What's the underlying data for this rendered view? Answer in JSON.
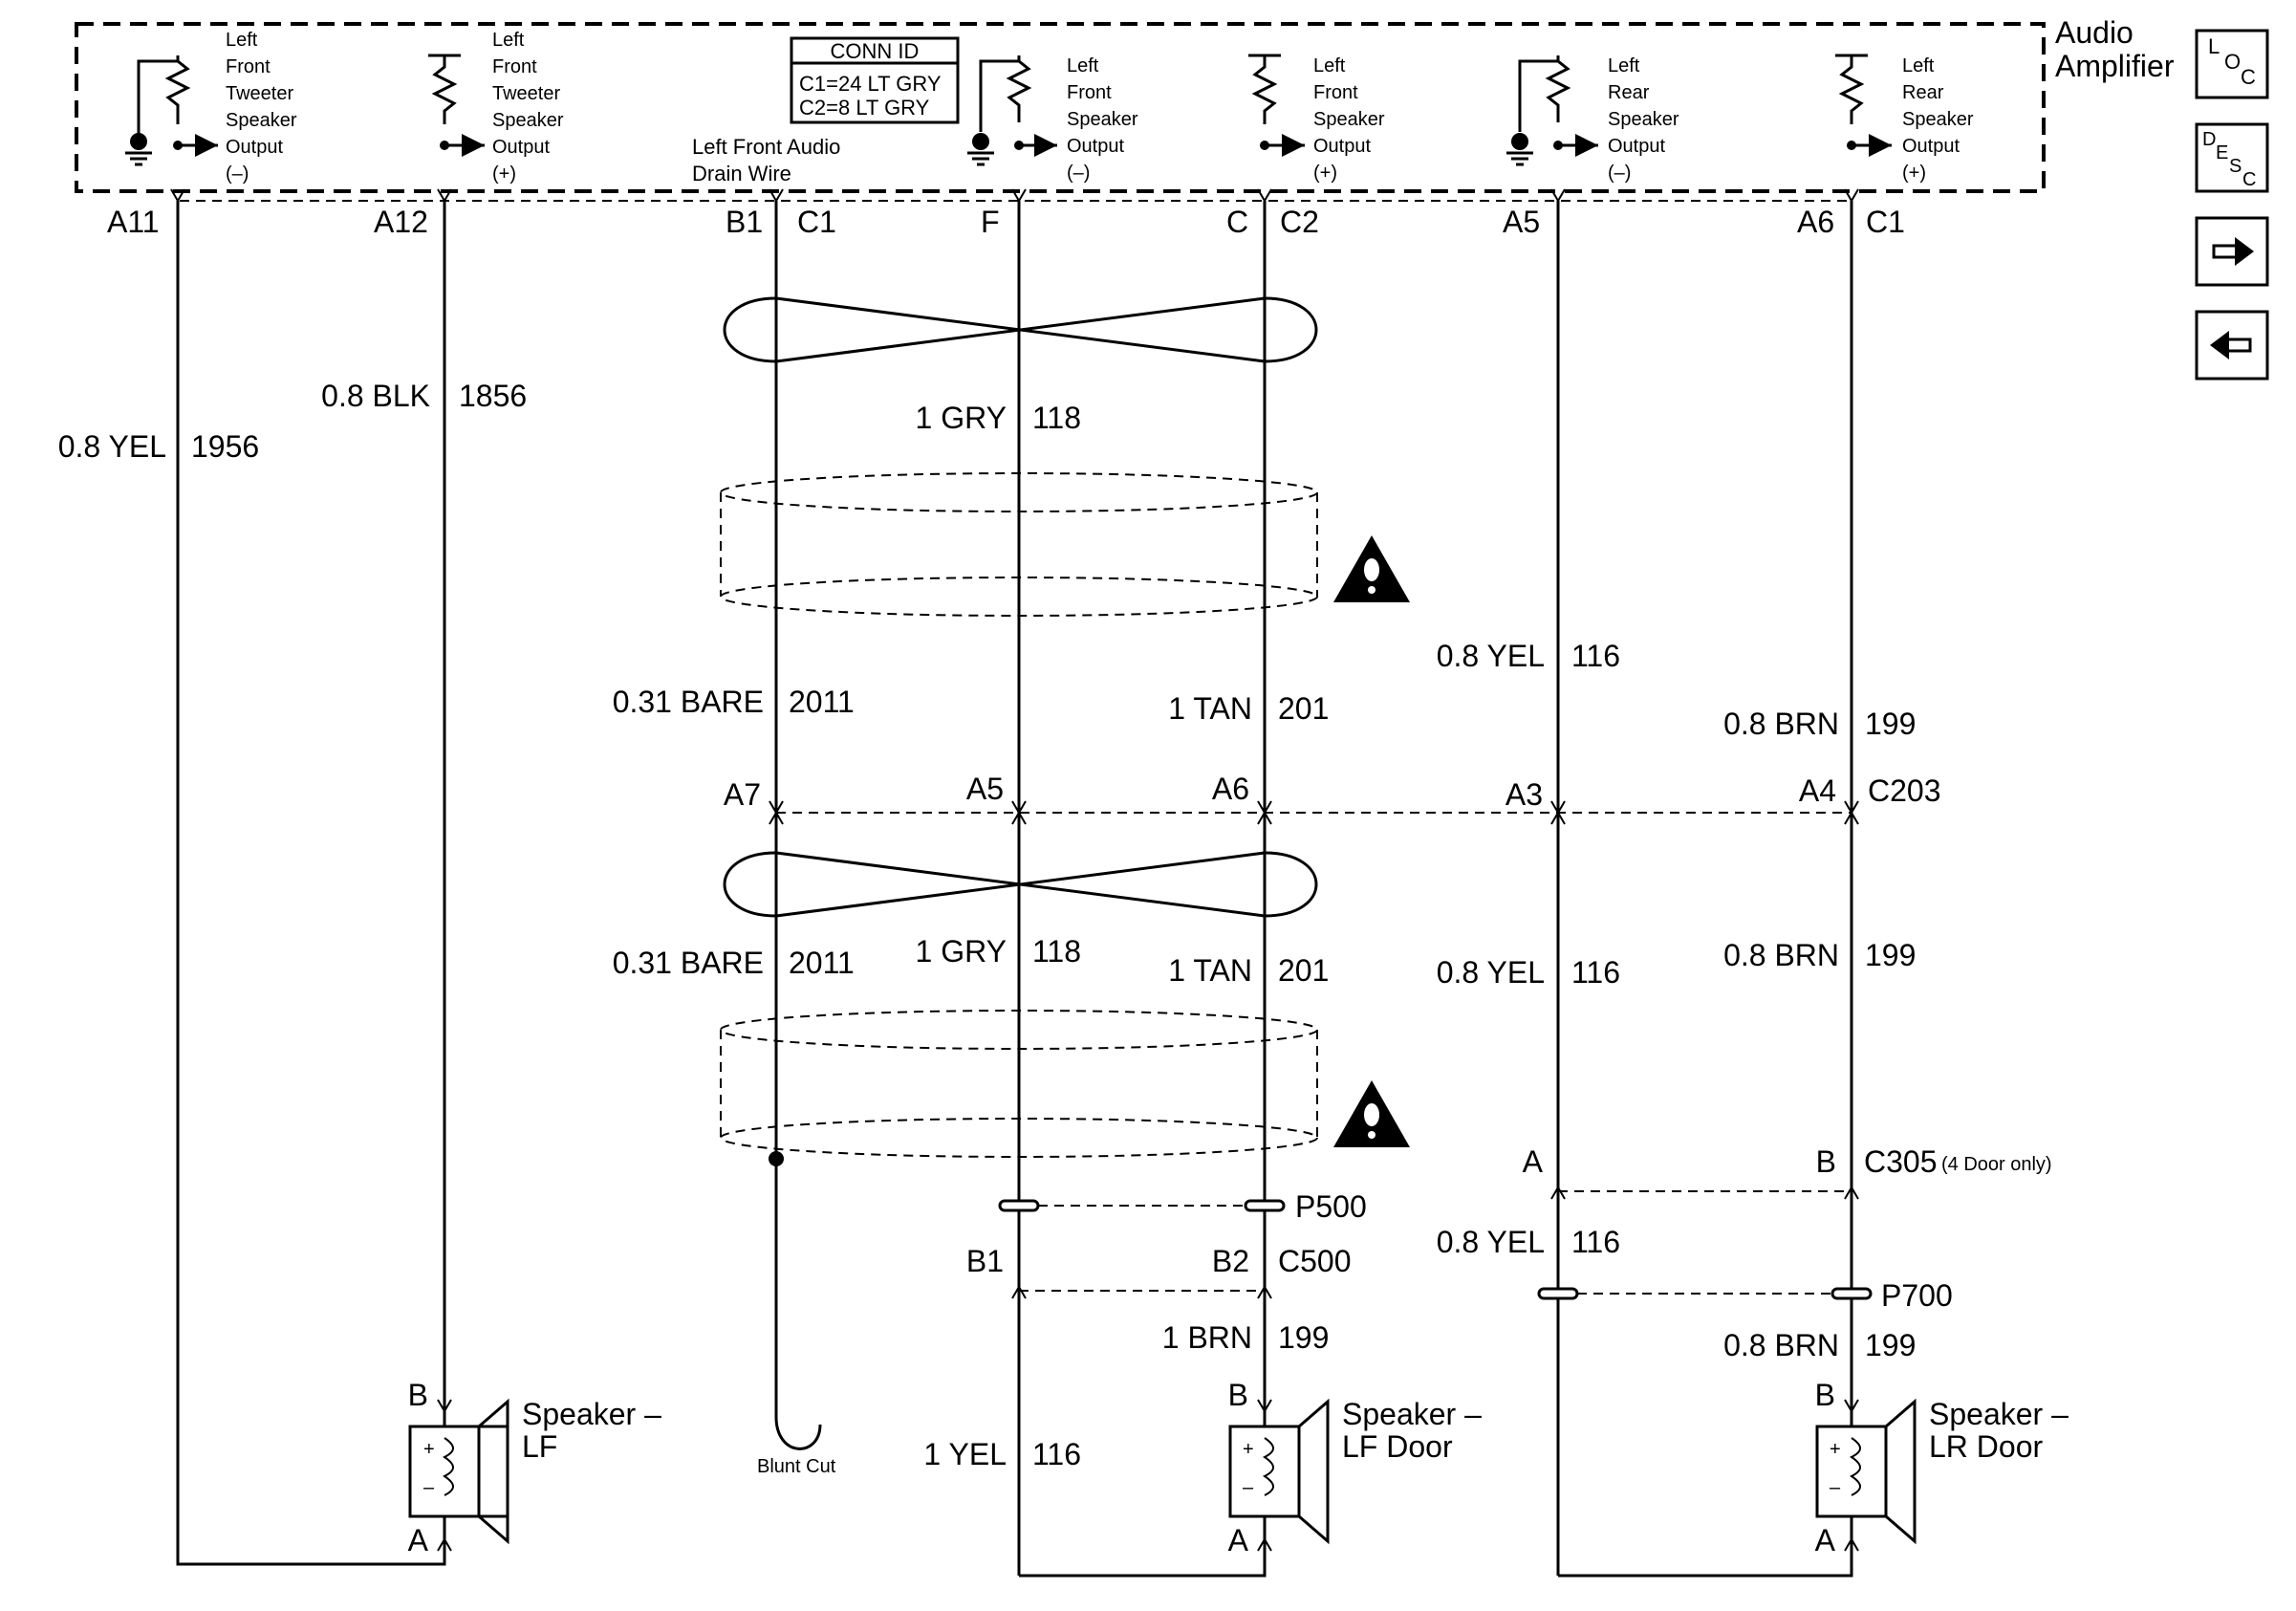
{
  "amplifier": {
    "title_line1": "Audio",
    "title_line2": "Amplifier",
    "conn_id_title": "CONN ID",
    "conn_id_c1": "C1=24 LT GRY",
    "conn_id_c2": "C2=8 LT GRY",
    "drain_label_1": "Left Front Audio",
    "drain_label_2": "Drain Wire",
    "outputs": [
      {
        "lines": [
          "Left",
          "Front",
          "Tweeter",
          "Speaker",
          "Output",
          "(–)"
        ]
      },
      {
        "lines": [
          "Left",
          "Front",
          "Tweeter",
          "Speaker",
          "Output",
          "(+)"
        ]
      },
      {
        "lines": [
          "Left",
          "Front",
          "Speaker",
          "Output",
          "(–)"
        ]
      },
      {
        "lines": [
          "Left",
          "Front",
          "Speaker",
          "Output",
          "(+)"
        ]
      },
      {
        "lines": [
          "Left",
          "Rear",
          "Speaker",
          "Output",
          "(–)"
        ]
      },
      {
        "lines": [
          "Left",
          "Rear",
          "Speaker",
          "Output",
          "(+)"
        ]
      }
    ]
  },
  "pins_top": {
    "a11": "A11",
    "a12": "A12",
    "b1": "B1",
    "c1_a": "C1",
    "f": "F",
    "c": "C",
    "c2": "C2",
    "a5": "A5",
    "a6": "A6",
    "c1_b": "C1"
  },
  "wires": {
    "yel_1956": {
      "color": "0.8 YEL",
      "circuit": "1956"
    },
    "blk_1856": {
      "color": "0.8 BLK",
      "circuit": "1856"
    },
    "gry_118_top": {
      "color": "1 GRY",
      "circuit": "118"
    },
    "yel_116_top": {
      "color": "0.8 YEL",
      "circuit": "116"
    },
    "bare_2011_top": {
      "color": "0.31 BARE",
      "circuit": "2011"
    },
    "tan_201_top": {
      "color": "1 TAN",
      "circuit": "201"
    },
    "brn_199_top": {
      "color": "0.8 BRN",
      "circuit": "199"
    },
    "bare_2011_mid": {
      "color": "0.31 BARE",
      "circuit": "2011"
    },
    "gry_118_mid": {
      "color": "1 GRY",
      "circuit": "118"
    },
    "tan_201_mid": {
      "color": "1 TAN",
      "circuit": "201"
    },
    "yel_116_mid": {
      "color": "0.8 YEL",
      "circuit": "116"
    },
    "brn_199_mid": {
      "color": "0.8 BRN",
      "circuit": "199"
    },
    "yel_116_low": {
      "color": "0.8 YEL",
      "circuit": "116"
    },
    "brn_199_c500": {
      "color": "1 BRN",
      "circuit": "199"
    },
    "brn_199_low": {
      "color": "0.8 BRN",
      "circuit": "199"
    },
    "yel_116_door": {
      "color": "1 YEL",
      "circuit": "116"
    }
  },
  "c203": {
    "a7": "A7",
    "a5": "A5",
    "a6": "A6",
    "a3": "A3",
    "a4": "A4",
    "name": "C203"
  },
  "c305": {
    "a": "A",
    "b": "B",
    "name": "C305",
    "note": "(4 Door only)"
  },
  "c500": {
    "p500": "P500",
    "b1": "B1",
    "b2": "B2",
    "name": "C500"
  },
  "p700": "P700",
  "blunt_cut": "Blunt Cut",
  "speakers": [
    {
      "name_1": "Speaker –",
      "name_2": "LF",
      "pin_b": "B",
      "pin_a": "A"
    },
    {
      "name_1": "Speaker –",
      "name_2": "LF Door",
      "pin_b": "B",
      "pin_a": "A"
    },
    {
      "name_1": "Speaker –",
      "name_2": "LR Door",
      "pin_b": "B",
      "pin_a": "A"
    }
  ],
  "nav": {
    "loc": {
      "l": "L",
      "o": "O",
      "c": "C"
    },
    "desc": {
      "d": "D",
      "e": "E",
      "s": "S",
      "c": "C"
    },
    "next_icon": "arrow-right-icon",
    "prev_icon": "arrow-left-icon"
  }
}
